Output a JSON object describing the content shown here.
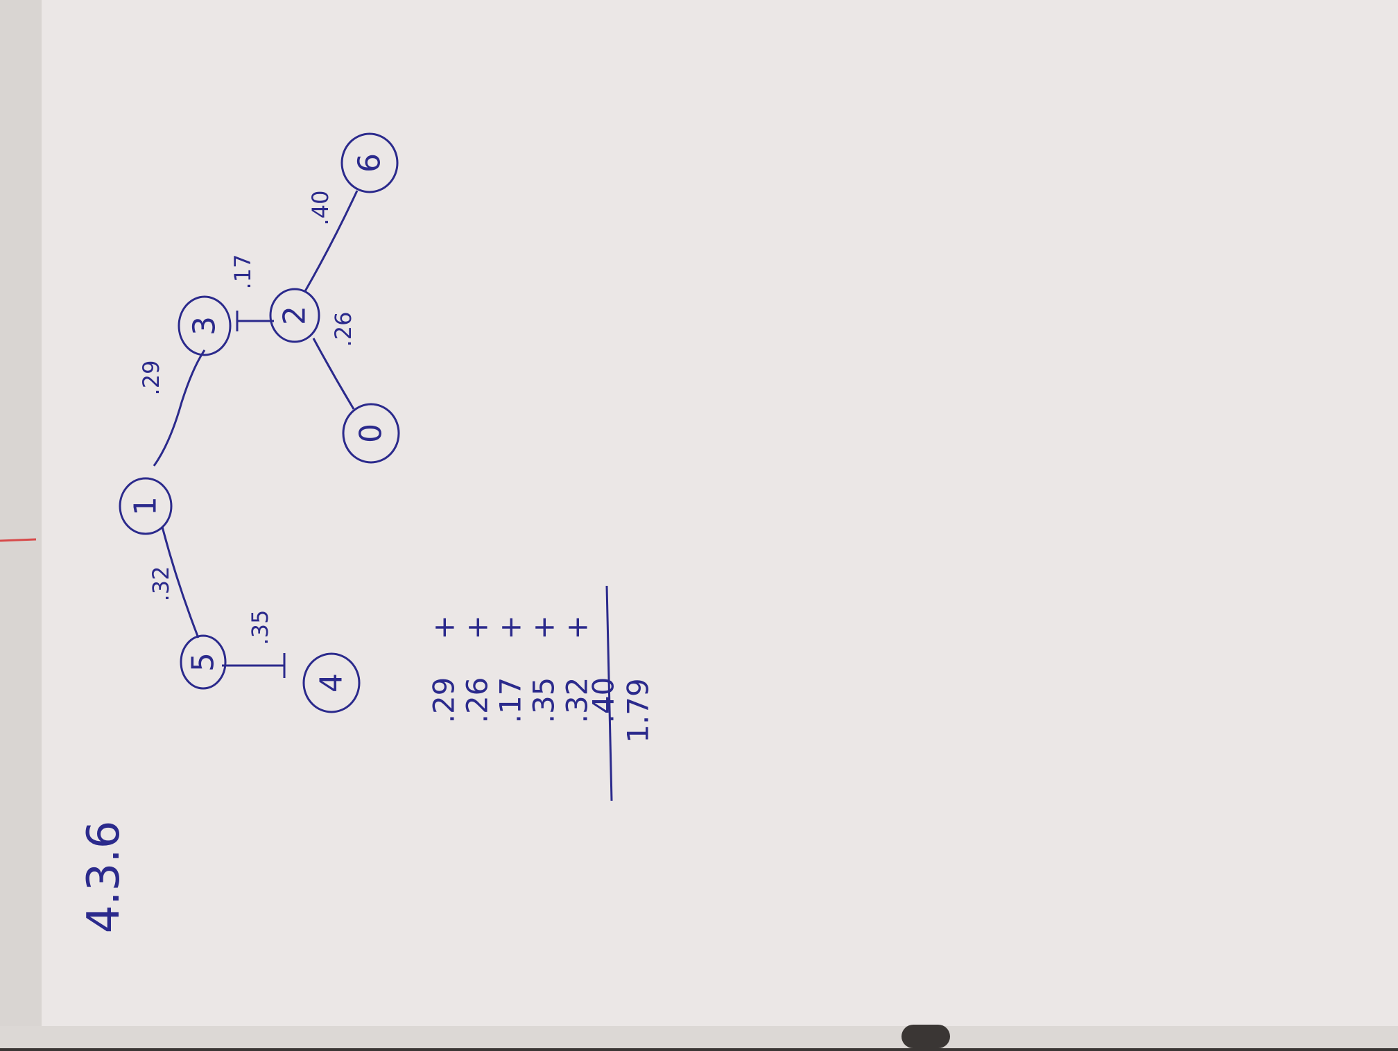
{
  "page": {
    "title": "4.3.6",
    "ink_color": "#2b2a8c",
    "paper_color": "#ebe7e6"
  },
  "graph": {
    "nodes": [
      {
        "id": "n5",
        "label": "5"
      },
      {
        "id": "n4",
        "label": "4"
      },
      {
        "id": "n1",
        "label": "1"
      },
      {
        "id": "n3",
        "label": "3"
      },
      {
        "id": "n2",
        "label": "2"
      },
      {
        "id": "n0",
        "label": "0"
      },
      {
        "id": "n6",
        "label": "6"
      }
    ],
    "edges": [
      {
        "from": "n5",
        "to": "n4",
        "weight": ".35"
      },
      {
        "from": "n5",
        "to": "n1",
        "weight": ".32"
      },
      {
        "from": "n1",
        "to": "n3",
        "weight": ".29"
      },
      {
        "from": "n3",
        "to": "n2",
        "weight": ".17"
      },
      {
        "from": "n2",
        "to": "n0",
        "weight": ".26"
      },
      {
        "from": "n2",
        "to": "n6",
        "weight": ".40"
      }
    ]
  },
  "sum": {
    "terms": [
      ".29",
      ".26",
      ".17",
      ".35",
      ".32",
      ".40"
    ],
    "operator": "+",
    "total": "1.79"
  }
}
